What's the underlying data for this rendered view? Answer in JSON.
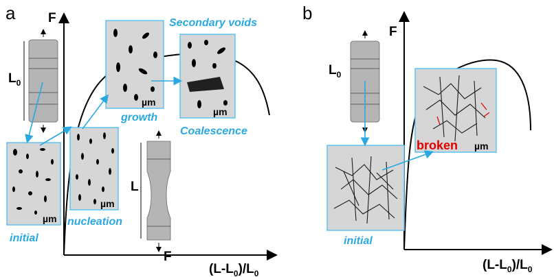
{
  "panel_a": {
    "letter": "a",
    "y_axis_label": "F",
    "x_axis_label_main": "(L-L",
    "x_axis_label_sub": "0",
    "x_axis_label_tail": ")/L",
    "x_axis_label_sub2": "0",
    "stages": {
      "initial": "initial",
      "nucleation": "nucleation",
      "growth": "growth",
      "secondary_voids": "Secondary voids",
      "coalescence": "Coalescence"
    },
    "scale_unit": "µm",
    "specimen_initial_label": "L",
    "specimen_initial_sub": "0",
    "specimen_final_label": "L",
    "force_label": "F"
  },
  "panel_b": {
    "letter": "b",
    "y_axis_label": "F",
    "x_axis_label_main": "(L-L",
    "x_axis_label_sub": "0",
    "x_axis_label_tail": ")/L",
    "x_axis_label_sub2": "0",
    "stage_initial": "initial",
    "broken_label": "broken",
    "scale_unit": "µm",
    "specimen_label": "L",
    "specimen_sub": "0"
  },
  "colors": {
    "accent": "#29a9e0",
    "box_fill": "#d6d6d6",
    "broken": "#e00000"
  }
}
